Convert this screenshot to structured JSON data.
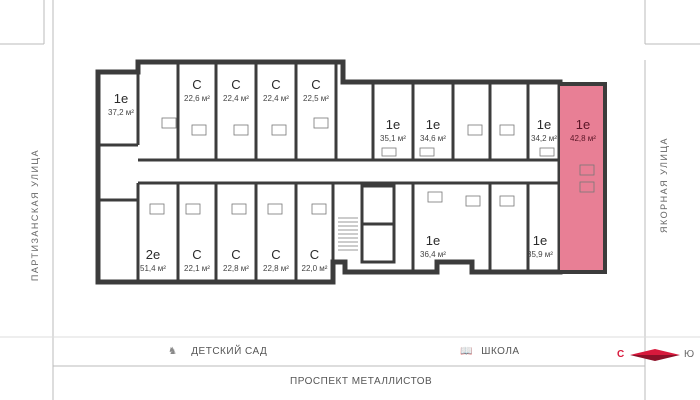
{
  "colors": {
    "wall": "#3c3c3c",
    "highlight": "#e87f95",
    "highlight_text": "#7a1e33",
    "compass_red": "#d8193c"
  },
  "streets": {
    "left": "ПАРТИЗАНСКАЯ УЛИЦА",
    "right": "ЯКОРНАЯ УЛИЦА",
    "bottom": "ПРОСПЕКТ МЕТАЛЛИСТОВ"
  },
  "landmarks": {
    "kindergarten": {
      "label": "ДЕТСКИЙ САД",
      "icon": "rocking-horse-icon"
    },
    "school": {
      "label": "ШКОЛА",
      "icon": "book-icon"
    }
  },
  "compass": {
    "south": "С",
    "north": "Ю"
  },
  "apartments": {
    "a1": {
      "type": "1е",
      "area": "37,2 м²"
    },
    "a2": {
      "type": "С",
      "area": "22,6 м²"
    },
    "a3": {
      "type": "С",
      "area": "22,4 м²"
    },
    "a4": {
      "type": "С",
      "area": "22,4 м²"
    },
    "a5": {
      "type": "С",
      "area": "22,5 м²"
    },
    "a6": {
      "type": "1е",
      "area": "35,1 м²"
    },
    "a7": {
      "type": "1е",
      "area": "34,6 м²"
    },
    "a8": {
      "type": "1е",
      "area": "34,2 м²"
    },
    "a9": {
      "type": "1е",
      "area": "42,8 м²"
    },
    "a10": {
      "type": "2е",
      "area": "51,4 м²"
    },
    "a11": {
      "type": "С",
      "area": "22,1 м²"
    },
    "a12": {
      "type": "С",
      "area": "22,8 м²"
    },
    "a13": {
      "type": "С",
      "area": "22,8 м²"
    },
    "a14": {
      "type": "С",
      "area": "22,0 м²"
    },
    "a15": {
      "type": "1е",
      "area": "36,4 м²"
    },
    "a16": {
      "type": "1е",
      "area": "35,9 м²"
    }
  }
}
